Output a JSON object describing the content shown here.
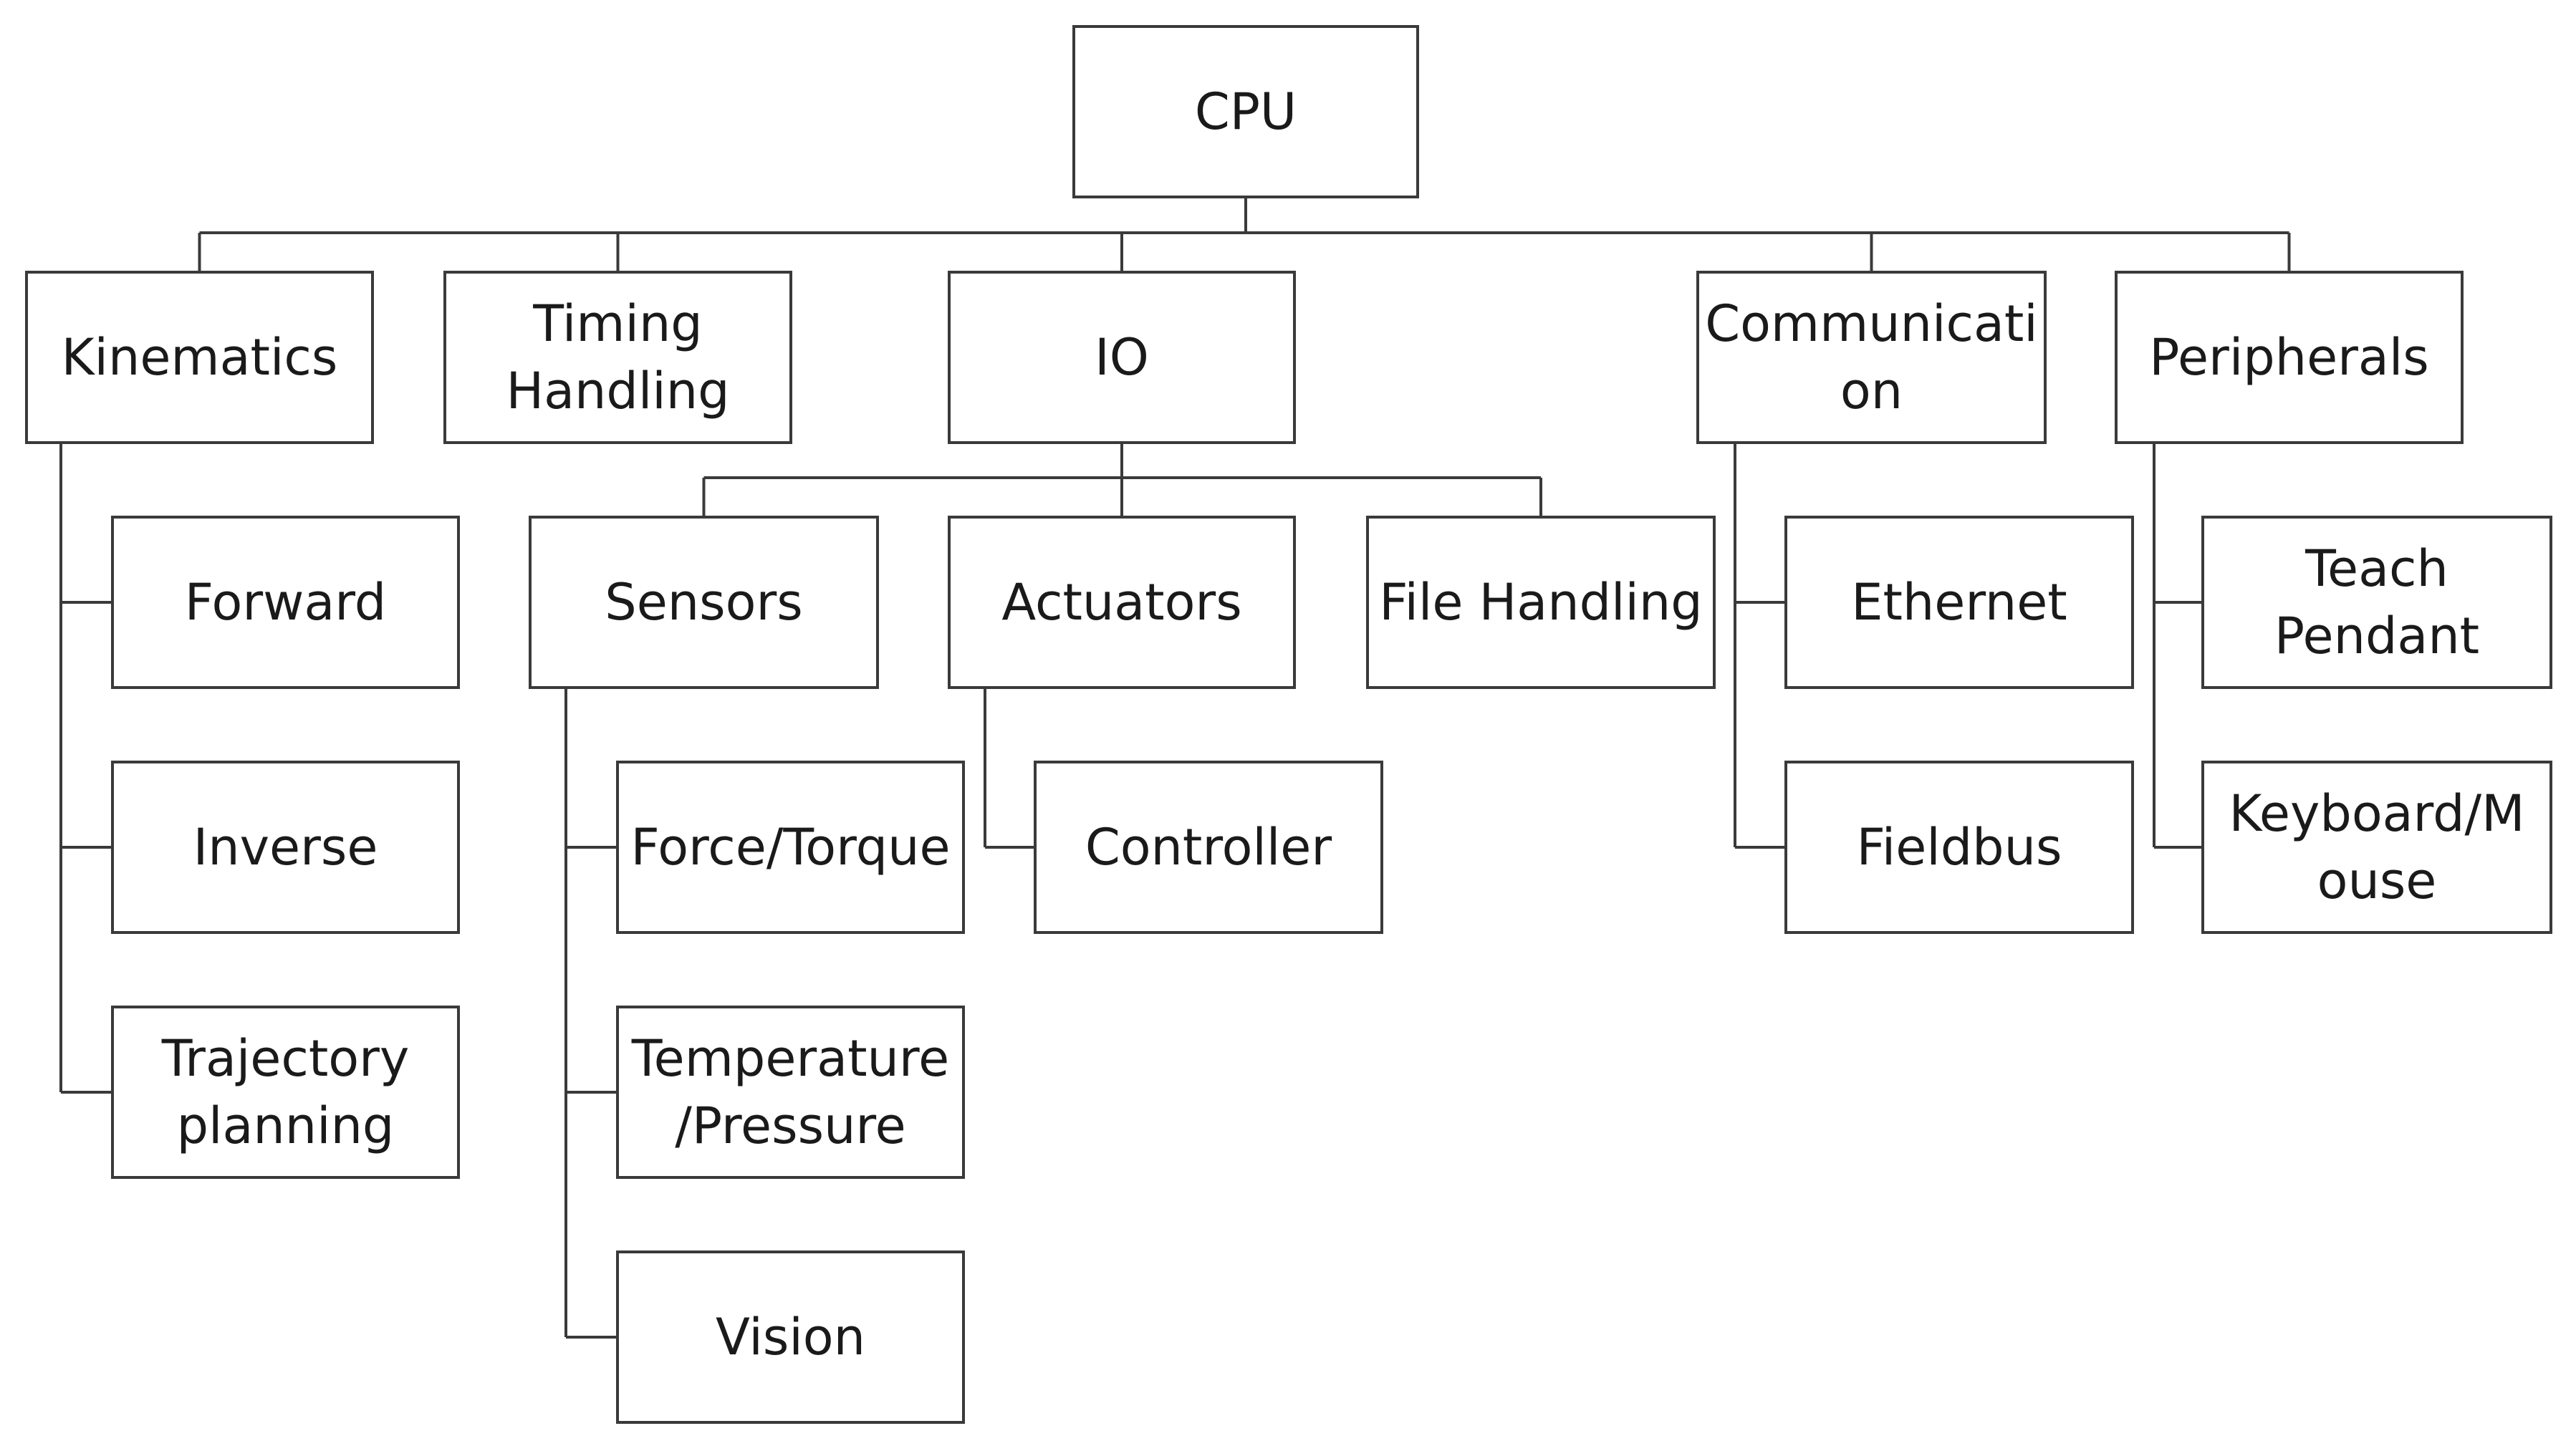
{
  "diagram": {
    "nodes": {
      "cpu": {
        "lines": [
          "CPU"
        ]
      },
      "kinematics": {
        "lines": [
          "Kinematics"
        ]
      },
      "timing": {
        "lines": [
          "Timing",
          "Handling"
        ]
      },
      "io": {
        "lines": [
          "IO"
        ]
      },
      "communication": {
        "lines": [
          "Communicati",
          "on"
        ]
      },
      "peripherals": {
        "lines": [
          "Peripherals"
        ]
      },
      "forward": {
        "lines": [
          "Forward"
        ]
      },
      "inverse": {
        "lines": [
          "Inverse"
        ]
      },
      "trajectory": {
        "lines": [
          "Trajectory",
          "planning"
        ]
      },
      "sensors": {
        "lines": [
          "Sensors"
        ]
      },
      "actuators": {
        "lines": [
          "Actuators"
        ]
      },
      "file_handling": {
        "lines": [
          "File Handling"
        ]
      },
      "force_torque": {
        "lines": [
          "Force/Torque"
        ]
      },
      "temperature": {
        "lines": [
          "Temperature",
          "/Pressure"
        ]
      },
      "vision": {
        "lines": [
          "Vision"
        ]
      },
      "controller": {
        "lines": [
          "Controller"
        ]
      },
      "ethernet": {
        "lines": [
          "Ethernet"
        ]
      },
      "fieldbus": {
        "lines": [
          "Fieldbus"
        ]
      },
      "teach_pendant": {
        "lines": [
          "Teach",
          "Pendant"
        ]
      },
      "keyboard_mouse": {
        "lines": [
          "Keyboard/M",
          "ouse"
        ]
      }
    },
    "edges": [
      [
        "cpu",
        "kinematics"
      ],
      [
        "cpu",
        "timing"
      ],
      [
        "cpu",
        "io"
      ],
      [
        "cpu",
        "communication"
      ],
      [
        "cpu",
        "peripherals"
      ],
      [
        "kinematics",
        "forward"
      ],
      [
        "kinematics",
        "inverse"
      ],
      [
        "kinematics",
        "trajectory"
      ],
      [
        "io",
        "sensors"
      ],
      [
        "io",
        "actuators"
      ],
      [
        "io",
        "file_handling"
      ],
      [
        "sensors",
        "force_torque"
      ],
      [
        "sensors",
        "temperature"
      ],
      [
        "sensors",
        "vision"
      ],
      [
        "actuators",
        "controller"
      ],
      [
        "communication",
        "ethernet"
      ],
      [
        "communication",
        "fieldbus"
      ],
      [
        "peripherals",
        "teach_pendant"
      ],
      [
        "peripherals",
        "keyboard_mouse"
      ]
    ]
  }
}
